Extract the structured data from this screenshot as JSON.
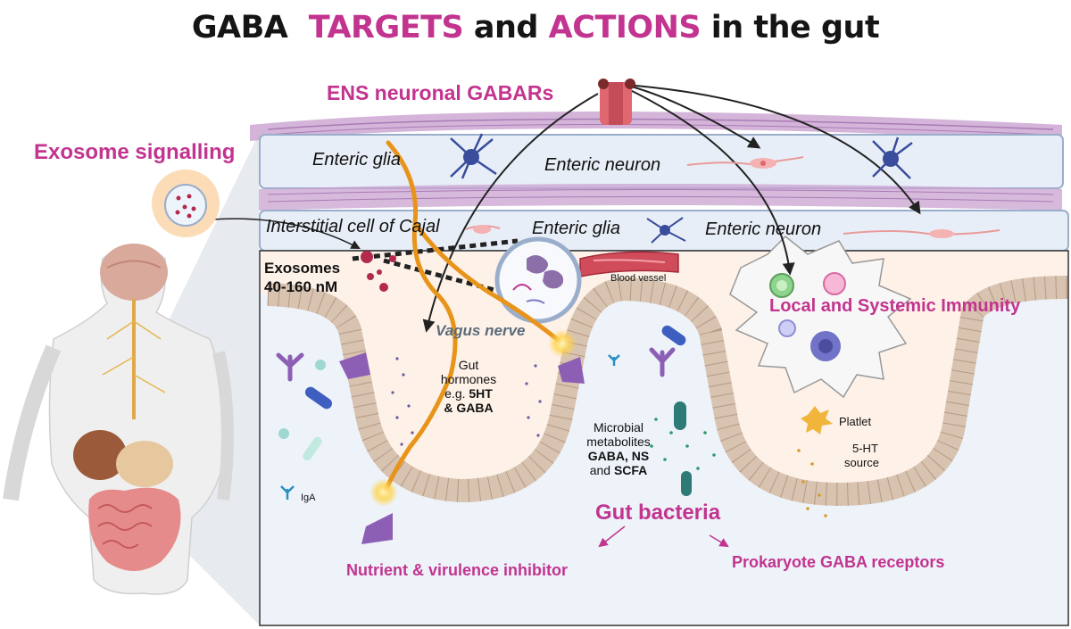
{
  "title": {
    "part1": "GABA",
    "part2": "TARGETS",
    "part3": "and",
    "part4": "ACTIONS",
    "part5": "in the gut"
  },
  "labels": {
    "ens_gabars": "ENS neuronal GABARs",
    "exosome_signalling": "Exosome signalling",
    "enteric_glia_top": "Enteric glia",
    "enteric_neuron_top": "Enteric neuron",
    "icc": "Interstitial cell of Cajal",
    "enteric_glia_mid": "Enteric glia",
    "enteric_neuron_mid": "Enteric neuron",
    "exosomes": "Exosomes",
    "exosome_size": "40-160 nM",
    "blood_vessel": "Blood vessel",
    "immunity": "Local and Systemic Immunity",
    "vagus": "Vagus nerve",
    "gut_hormones_1": "Gut",
    "gut_hormones_2": "hormones",
    "gut_hormones_3a": "e.g.",
    "gut_hormones_3b": "5HT",
    "gut_hormones_4": "& GABA",
    "microbial_1": "Microbial",
    "microbial_2": "metabolites",
    "microbial_3": "GABA, NS",
    "microbial_4a": "and",
    "microbial_4b": "SCFA",
    "platlet": "Platlet",
    "ht_1": "5-HT",
    "ht_2": "source",
    "iga": "IgA",
    "gut_bacteria": "Gut bacteria",
    "nutrient": "Nutrient & virulence inhibitor",
    "prokaryote": "Prokaryote GABA receptors"
  },
  "colors": {
    "accent": "#c2348f",
    "nerve": "#e8941a",
    "panel": "#eef3f9",
    "lumen": "#fdf1e8",
    "muscle": "#c9a2d0"
  }
}
